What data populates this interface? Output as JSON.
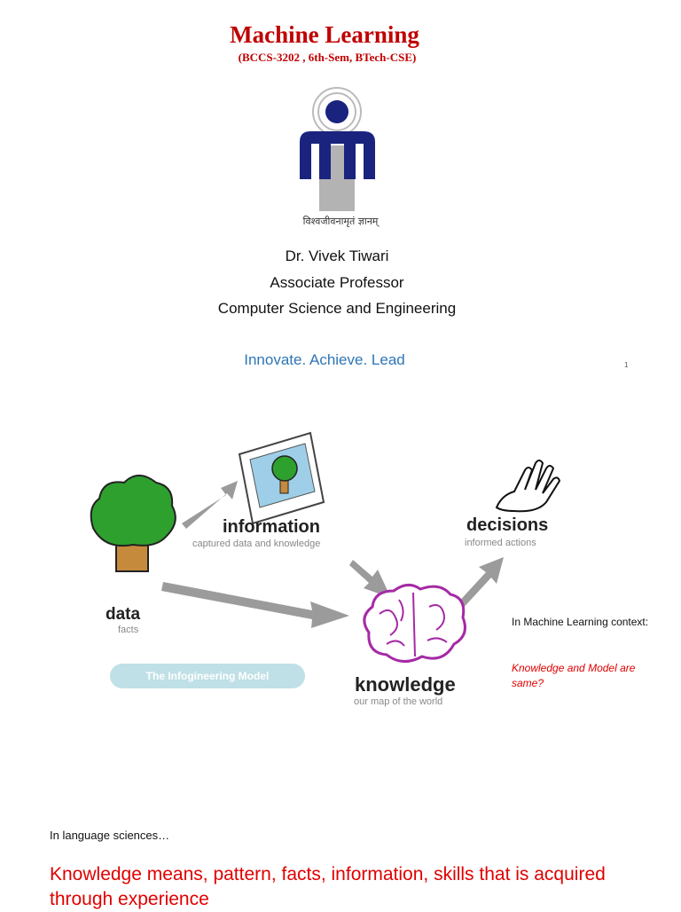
{
  "header": {
    "title": "Machine Learning",
    "subtitle": "(BCCS-3202 , 6th-Sem, BTech-CSE)",
    "motto": "विश्वजीवनामृतं ज्ञानम्"
  },
  "author": {
    "name": "Dr. Vivek Tiwari",
    "position": "Associate Professor",
    "department": "Computer Science and Engineering"
  },
  "tagline": "Innovate. Achieve. Lead",
  "page_number": "1",
  "diagram": {
    "nodes": {
      "information": {
        "label": "information",
        "sub": "captured data and knowledge"
      },
      "decisions": {
        "label": "decisions",
        "sub": "informed actions"
      },
      "data": {
        "label": "data",
        "sub": "facts"
      },
      "knowledge": {
        "label": "knowledge",
        "sub": "our map of the world"
      }
    },
    "model_label": "The Infogineering Model"
  },
  "ml_note": {
    "context": "In Machine Learning context:",
    "question": "Knowledge and Model are same?"
  },
  "language_note": "In language sciences…",
  "knowledge_definition": "Knowledge means, pattern, facts, information, skills that is acquired through experience",
  "colors": {
    "title_red": "#c00000",
    "accent_blue": "#2e75b6",
    "emphasis_red": "#e00000",
    "logo_navy": "#1a237e"
  }
}
